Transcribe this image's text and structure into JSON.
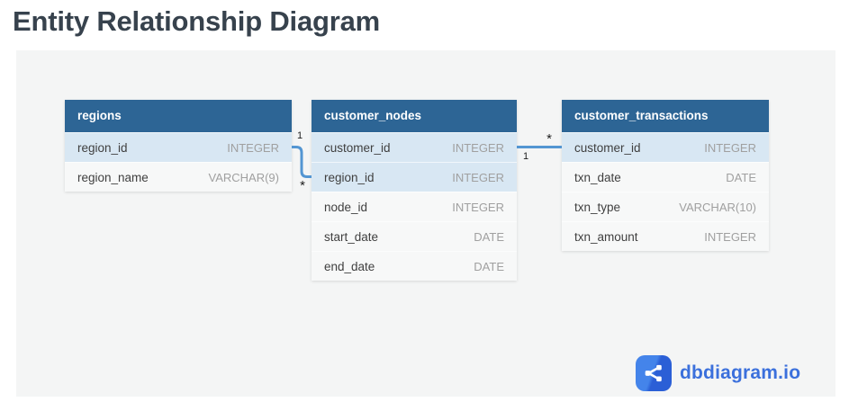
{
  "page": {
    "title": "Entity Relationship Diagram"
  },
  "tables": [
    {
      "name": "regions",
      "fields": [
        {
          "name": "region_id",
          "type": "INTEGER",
          "highlighted": true
        },
        {
          "name": "region_name",
          "type": "VARCHAR(9)",
          "highlighted": false
        }
      ]
    },
    {
      "name": "customer_nodes",
      "fields": [
        {
          "name": "customer_id",
          "type": "INTEGER",
          "highlighted": true
        },
        {
          "name": "region_id",
          "type": "INTEGER",
          "highlighted": true
        },
        {
          "name": "node_id",
          "type": "INTEGER",
          "highlighted": false
        },
        {
          "name": "start_date",
          "type": "DATE",
          "highlighted": false
        },
        {
          "name": "end_date",
          "type": "DATE",
          "highlighted": false
        }
      ]
    },
    {
      "name": "customer_transactions",
      "fields": [
        {
          "name": "customer_id",
          "type": "INTEGER",
          "highlighted": true
        },
        {
          "name": "txn_date",
          "type": "DATE",
          "highlighted": false
        },
        {
          "name": "txn_type",
          "type": "VARCHAR(10)",
          "highlighted": false
        },
        {
          "name": "txn_amount",
          "type": "INTEGER",
          "highlighted": false
        }
      ]
    }
  ],
  "relationships": [
    {
      "from": "regions.region_id",
      "to": "customer_nodes.region_id",
      "from_cardinality": "1",
      "to_cardinality": "*"
    },
    {
      "from": "customer_nodes.customer_id",
      "to": "customer_transactions.customer_id",
      "from_cardinality": "1",
      "to_cardinality": "*"
    }
  ],
  "branding": {
    "label": "dbdiagram.io",
    "icon": "share-icon"
  },
  "colors": {
    "table_header": "#2d6595",
    "row_highlight": "#d8e7f3",
    "row_default": "#f7f8f8",
    "relationship_line": "#5496d2",
    "canvas": "#f4f5f5",
    "title": "#37424d",
    "brand_blue": "#3b70dc"
  }
}
